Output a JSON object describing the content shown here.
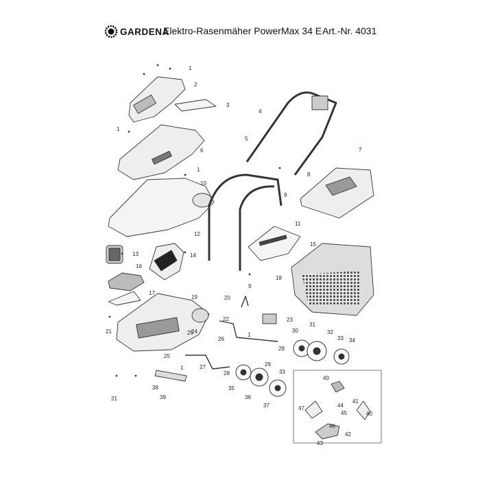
{
  "header": {
    "brand": "GARDENA",
    "title": "Elektro-Rasenmäher PowerMax 34 E",
    "article": "Art.-Nr. 4031"
  },
  "callouts": [
    {
      "label": "1"
    },
    {
      "label": "2"
    },
    {
      "label": "3"
    },
    {
      "label": "1"
    },
    {
      "label": "6"
    },
    {
      "label": "1"
    },
    {
      "label": "10"
    },
    {
      "label": "4"
    },
    {
      "label": "5"
    },
    {
      "label": "7"
    },
    {
      "label": "8"
    },
    {
      "label": "9"
    },
    {
      "label": "12"
    },
    {
      "label": "11"
    },
    {
      "label": "13"
    },
    {
      "label": "14"
    },
    {
      "label": "15"
    },
    {
      "label": "16"
    },
    {
      "label": "9"
    },
    {
      "label": "18"
    },
    {
      "label": "17"
    },
    {
      "label": "19"
    },
    {
      "label": "20"
    },
    {
      "label": "22"
    },
    {
      "label": "23"
    },
    {
      "label": "21"
    },
    {
      "label": "24"
    },
    {
      "label": "25"
    },
    {
      "label": "1"
    },
    {
      "label": "30"
    },
    {
      "label": "31"
    },
    {
      "label": "32"
    },
    {
      "label": "33"
    },
    {
      "label": "34"
    },
    {
      "label": "26"
    },
    {
      "label": "28"
    },
    {
      "label": "29"
    },
    {
      "label": "25"
    },
    {
      "label": "1"
    },
    {
      "label": "27"
    },
    {
      "label": "28"
    },
    {
      "label": "33"
    },
    {
      "label": "35"
    },
    {
      "label": "36"
    },
    {
      "label": "37"
    },
    {
      "label": "38"
    },
    {
      "label": "39"
    },
    {
      "label": "21"
    },
    {
      "label": "40"
    },
    {
      "label": "41"
    },
    {
      "label": "40"
    },
    {
      "label": "47"
    },
    {
      "label": "44"
    },
    {
      "label": "45"
    },
    {
      "label": "46"
    },
    {
      "label": "42"
    },
    {
      "label": "43"
    }
  ]
}
